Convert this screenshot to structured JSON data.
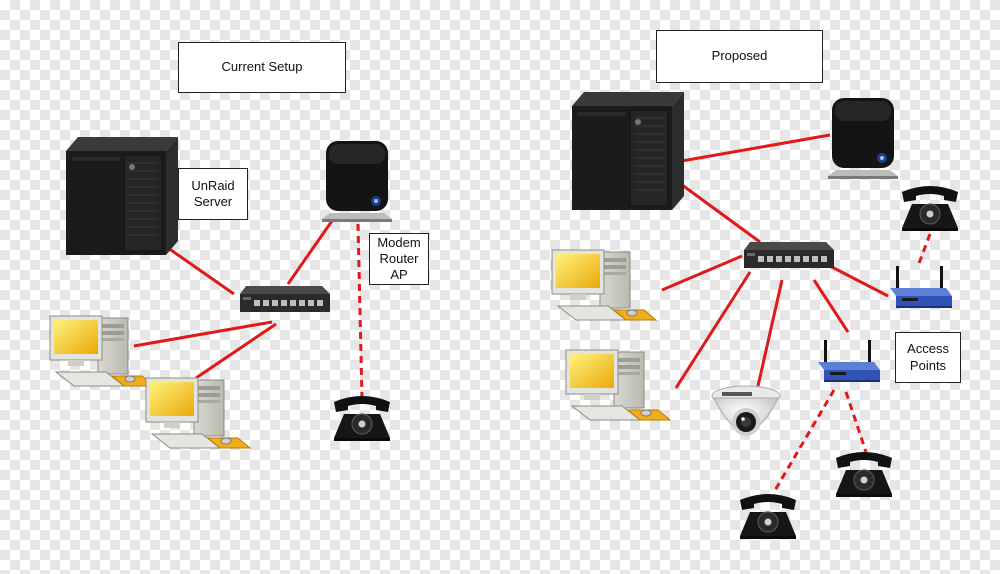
{
  "titles": {
    "current": "Current Setup",
    "proposed": "Proposed"
  },
  "labels": {
    "unraid": "UnRaid\nServer",
    "modem": "Modem\nRouter\nAP",
    "access_points": "Access\nPoints"
  },
  "colors": {
    "wired_link": "#e0191b",
    "wireless_link": "#e0191b",
    "tower_dark": "#1b1b1b",
    "router_blue": "#2f53b8",
    "monitor_screen": "#f4c21a",
    "switch_dark": "#2a2a2a"
  },
  "icons": [
    "server-tower-icon",
    "modem-router-icon",
    "network-switch-icon",
    "desktop-computer-icon",
    "telephone-icon",
    "wireless-access-point-icon",
    "security-camera-icon"
  ]
}
